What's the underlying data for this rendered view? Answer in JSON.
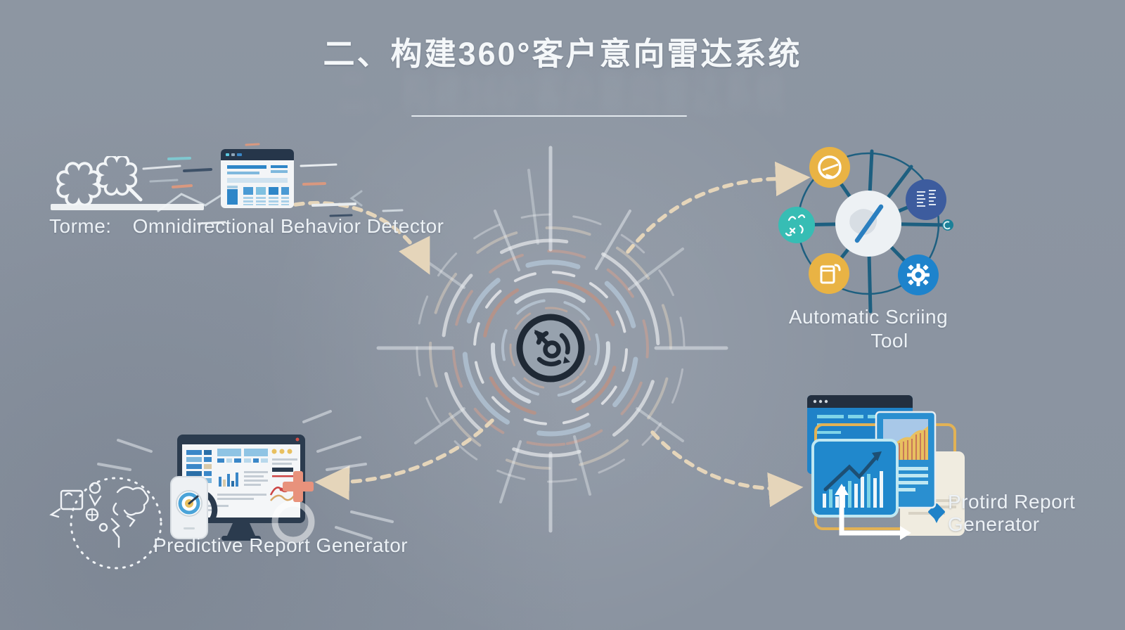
{
  "title": {
    "text": "二、构建360°客户意向雷达系统"
  },
  "groups": {
    "behavior_detector": {
      "prefix": "Torme:",
      "label": "Omnidirectional Behavior Detector"
    },
    "scoring_tool": {
      "line1": "Automatic Scriing",
      "line2": "Tool"
    },
    "predictive_report": {
      "label": "Predictive Report Generator"
    },
    "report_generator": {
      "line1": "Protird Report",
      "line2": "Generator"
    }
  },
  "icons": {
    "top_left_search": "cloud-search-icon",
    "top_left_window": "analytics-browser-icon",
    "top_right_wheel": "scoring-wheel-icon",
    "center": "radar-target-icon",
    "bottom_left_monitor": "dashboard-monitor-icon",
    "bottom_left_doodle": "ai-sketch-doodle-icon",
    "bottom_right_docs": "report-documents-icon"
  },
  "colors": {
    "background": "#8b94a1",
    "title_text": "#f4f7f9",
    "label_text": "#edf2f6",
    "wheel_spoke": "#1d5f80",
    "node_yellow": "#e9b344",
    "node_dark_blue": "#3d5c9e",
    "node_teal": "#37bdb4",
    "node_blue": "#1e83cc",
    "arrow_dash": "#e5d5ba",
    "accent_salmon": "#e8927c",
    "navy": "#2b3b4e",
    "doc_blue": "#1f82c8",
    "doc_cream": "#f0ece0",
    "accent_yellow": "#e8c060"
  }
}
